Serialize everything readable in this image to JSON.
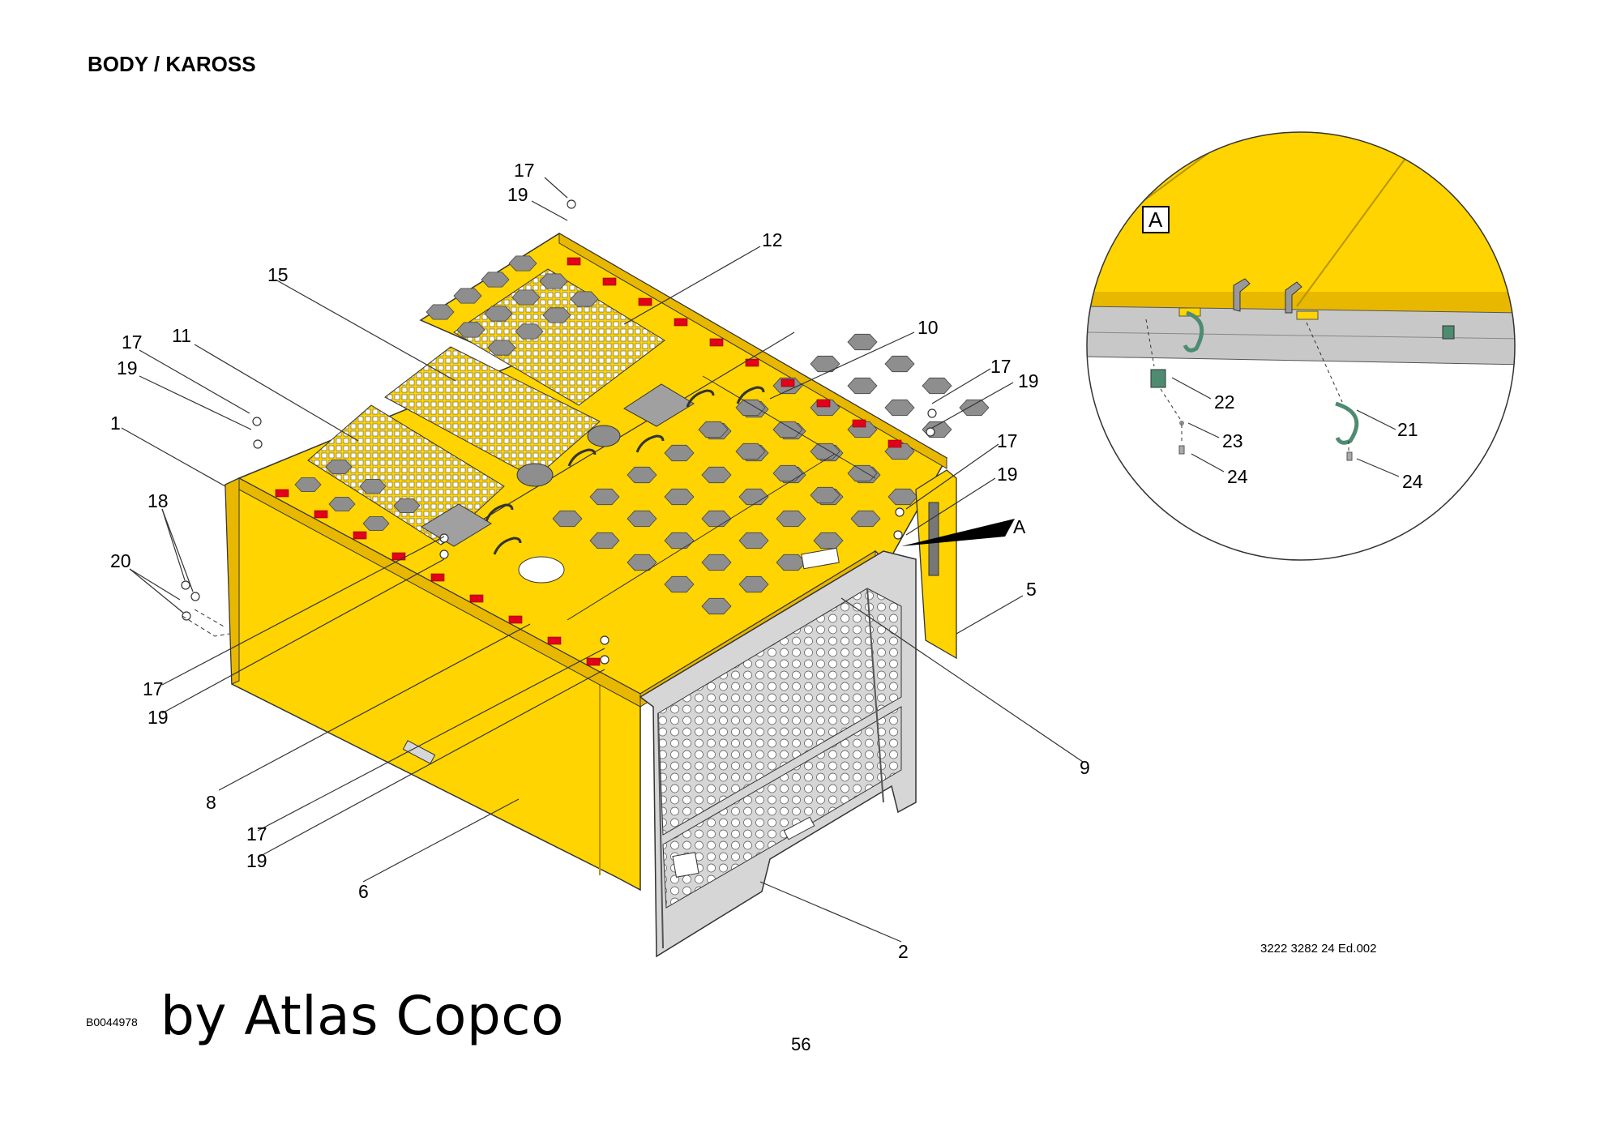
{
  "page": {
    "title": "BODY / KAROSS",
    "drawing_ref": "3222 3282 24 Ed.002",
    "image_code": "B0044978",
    "watermark": "by Atlas Copco",
    "page_number": "56"
  },
  "detail_view": {
    "label": "A",
    "pointer_label": "A"
  },
  "callouts": {
    "c17a": "17",
    "c19a": "19",
    "c12": "12",
    "c15": "15",
    "c17b": "17",
    "c11": "11",
    "c19b": "19",
    "c1": "1",
    "c10": "10",
    "c17c": "17",
    "c19c": "19",
    "c17d": "17",
    "c19d": "19",
    "c18": "18",
    "c20": "20",
    "c5": "5",
    "c17e": "17",
    "c19e": "19",
    "c8": "8",
    "c9": "9",
    "c17f": "17",
    "c19f": "19",
    "c6": "6",
    "c2": "2",
    "c22": "22",
    "c23": "23",
    "c24a": "24",
    "c21": "21",
    "c24b": "24"
  },
  "colors": {
    "body_yellow": "#FFD400",
    "edge_yellow": "#E8B800",
    "grille_grey": "#D6D6D6",
    "hex_grey": "#8E8E8E",
    "reflector_red": "#E3001B",
    "line": "#333333"
  }
}
